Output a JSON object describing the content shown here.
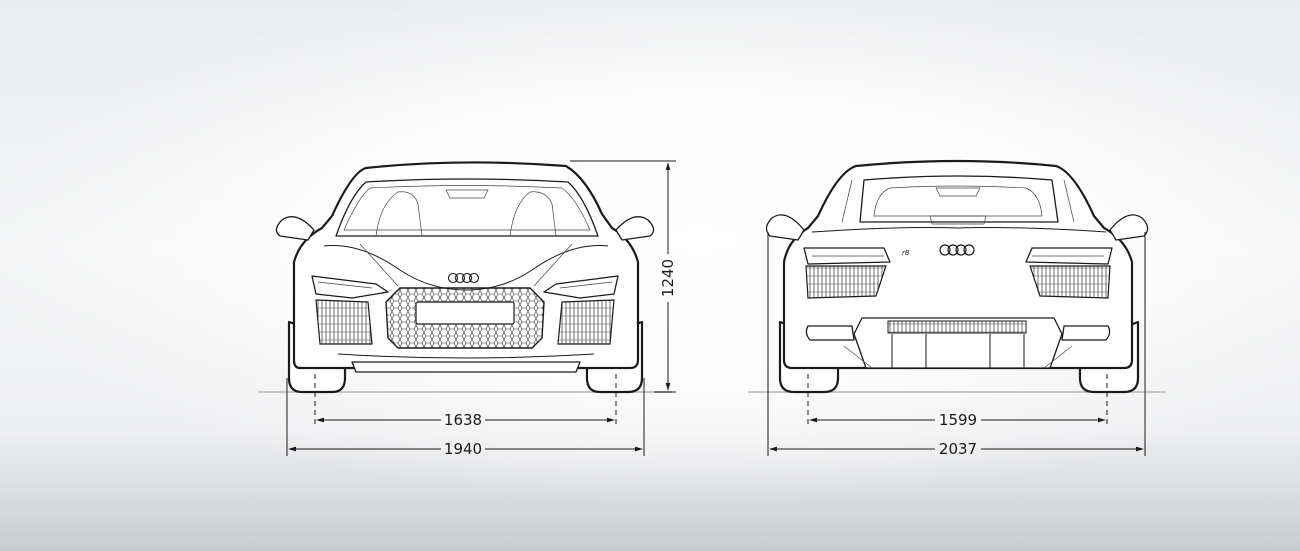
{
  "dimensions": {
    "front_track": "1638",
    "front_width": "1940",
    "height": "1240",
    "rear_track": "1599",
    "rear_width": "2037"
  },
  "colors": {
    "line": "#1b1b1b",
    "ground": "#c8c8c8",
    "background_top": "#e9ebee",
    "background_bottom": "#c9cccf"
  }
}
